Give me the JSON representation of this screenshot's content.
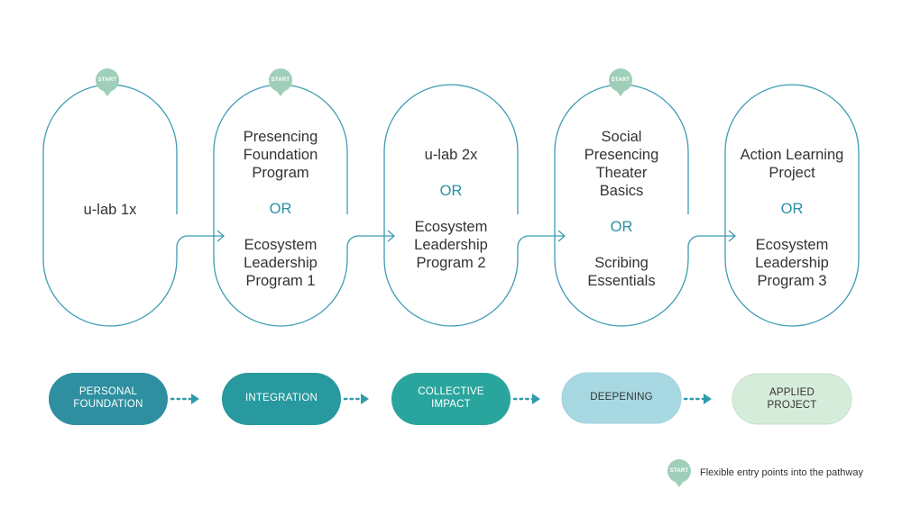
{
  "courses": [
    {
      "lines_top": [
        "u-lab 1x"
      ],
      "lines_bottom": [],
      "or": ""
    },
    {
      "lines_top": [
        "Presencing",
        "Foundation",
        "Program"
      ],
      "or": "OR",
      "lines_bottom": [
        "Ecosystem",
        "Leadership",
        "Program 1"
      ]
    },
    {
      "lines_top": [
        "u-lab 2x"
      ],
      "or": "OR",
      "lines_bottom": [
        "Ecosystem",
        "Leadership",
        "Program 2"
      ]
    },
    {
      "lines_top": [
        "Social",
        "Presencing",
        "Theater",
        "Basics"
      ],
      "or": "OR",
      "lines_bottom": [
        "Scribing",
        "Essentials"
      ]
    },
    {
      "lines_top": [
        "Action Learning",
        "Project"
      ],
      "or": "OR",
      "lines_bottom": [
        "Ecosystem",
        "Leadership",
        "Program 3"
      ]
    }
  ],
  "stages": [
    {
      "label_lines": [
        "PERSONAL",
        "FOUNDATION"
      ],
      "color": "#2e8fa0",
      "text_color": "#ffffff"
    },
    {
      "label_lines": [
        "INTEGRATION"
      ],
      "color": "#27999f",
      "text_color": "#ffffff"
    },
    {
      "label_lines": [
        "COLLECTIVE",
        "IMPACT"
      ],
      "color": "#2aa59e",
      "text_color": "#ffffff"
    },
    {
      "label_lines": [
        "DEEPENING"
      ],
      "color": "#a8d9e3",
      "text_color": "#333333"
    },
    {
      "label_lines": [
        "APPLIED",
        "PROJECT"
      ],
      "color": "#d6ecdb",
      "text_color": "#333333"
    }
  ],
  "start_marker": {
    "label": "START",
    "color": "#9fcfb9"
  },
  "legend": {
    "label": "Flexible entry points into the pathway"
  },
  "colors": {
    "outline": "#3d9bb3",
    "arrow": "#2f9bab",
    "or": "#2a8fa3"
  }
}
